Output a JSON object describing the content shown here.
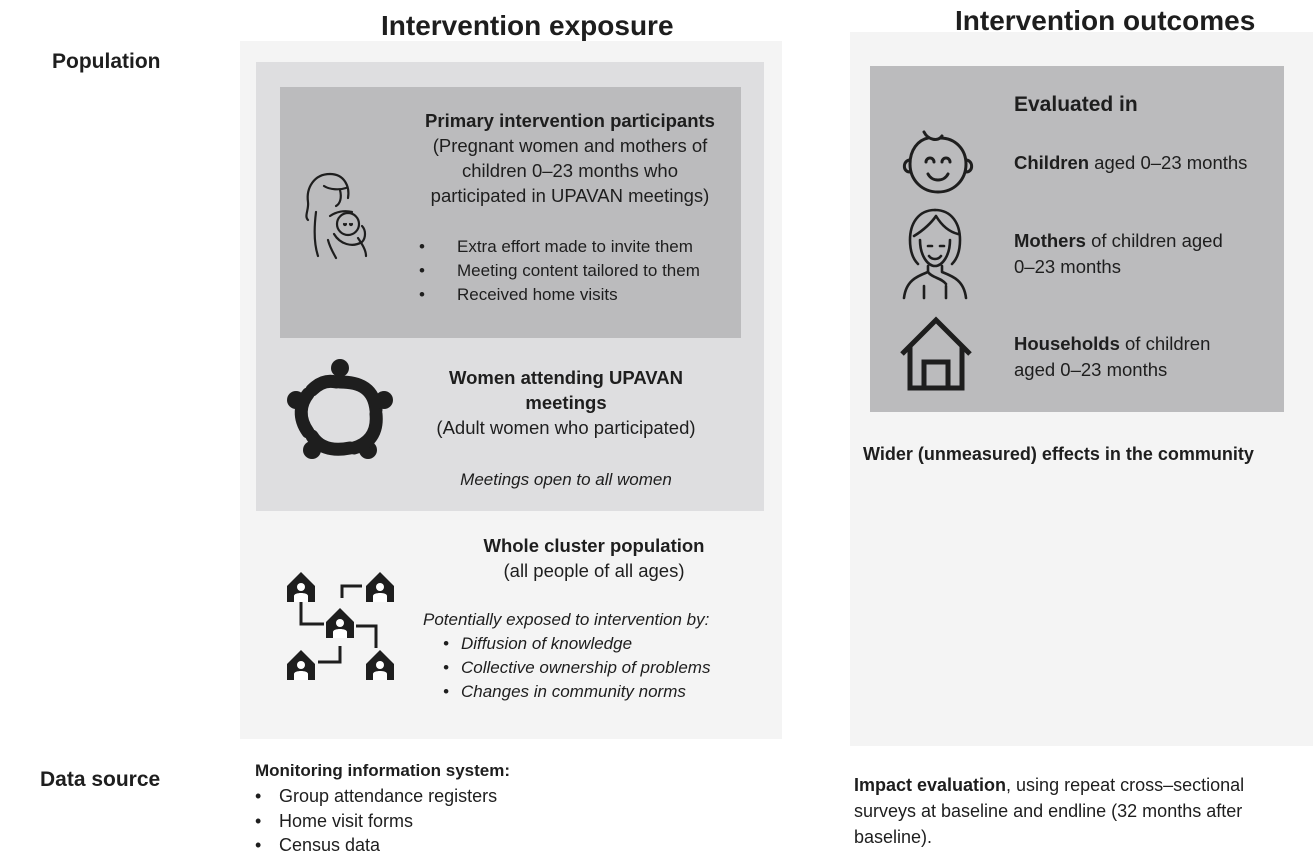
{
  "headers": {
    "exposure": "Intervention exposure",
    "outcomes": "Intervention outcomes"
  },
  "row_labels": {
    "population": "Population",
    "data_source": "Data source"
  },
  "primary": {
    "title": "Primary intervention participants",
    "desc_1": "(Pregnant women and mothers of",
    "desc_2": "children 0–23 months who",
    "desc_3": "participated in UPAVAN meetings)",
    "bullets": [
      "Extra effort made to invite them",
      "Meeting content tailored to them",
      "Received home visits"
    ]
  },
  "women": {
    "title_1": "Women attending UPAVAN",
    "title_2": "meetings",
    "desc": "(Adult women who participated)",
    "note": "Meetings open to all women"
  },
  "cluster": {
    "title": "Whole cluster population",
    "desc": "(all people of all ages)",
    "intro": "Potentially exposed to intervention by:",
    "bullets": [
      "Diffusion of knowledge",
      "Collective ownership of problems",
      "Changes in community norms"
    ]
  },
  "outcomes": {
    "evaluated_in": "Evaluated in",
    "children_bold": "Children",
    "children_rest": " aged 0–23 months",
    "mothers_bold": "Mothers",
    "mothers_rest": " of children aged",
    "mothers_line2": "0–23 months",
    "households_bold": "Households",
    "households_rest": " of children",
    "households_line2": "aged 0–23 months",
    "wider": "Wider (unmeasured) effects in the community"
  },
  "monitoring": {
    "title": "Monitoring information system:",
    "items": [
      "Group attendance registers",
      "Home visit forms",
      "Census data"
    ]
  },
  "impact": {
    "bold": "Impact evaluation",
    "rest_1": ", using repeat cross–sectional",
    "line_2": "surveys at baseline and endline (32 months after",
    "line_3": "baseline)."
  },
  "icons": {
    "primary": "mother-holding-baby-icon",
    "women": "group-circle-icon",
    "cluster": "connected-houses-icon",
    "child": "baby-face-icon",
    "mother": "woman-portrait-icon",
    "household": "house-icon"
  },
  "colors": {
    "panel": "#f4f4f4",
    "box_mid": "#dedee0",
    "box_dark": "#bbbbbd",
    "text": "#1e1e1e"
  }
}
